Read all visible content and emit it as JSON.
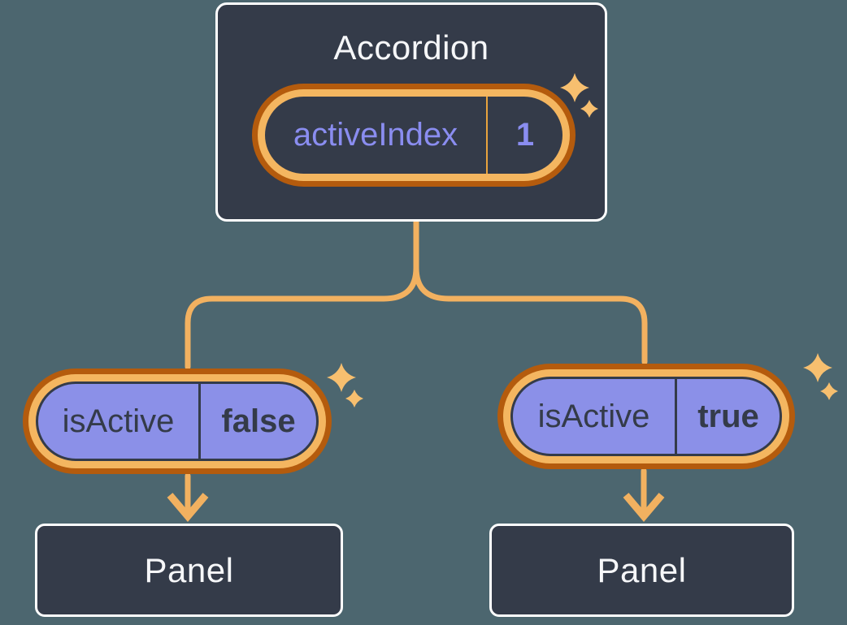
{
  "diagram": {
    "root": {
      "title": "Accordion",
      "state": {
        "name": "activeIndex",
        "value": "1"
      }
    },
    "children": [
      {
        "prop": {
          "name": "isActive",
          "value": "false"
        },
        "panel_label": "Panel"
      },
      {
        "prop": {
          "name": "isActive",
          "value": "true"
        },
        "panel_label": "Panel"
      }
    ],
    "colors": {
      "background": "#4C666F",
      "card_fill": "#343B49",
      "card_border": "#FFFFFF",
      "title_text": "#F6F7F9",
      "state_text_purple": "#8A8DF0",
      "state_divider_orange": "#E8A33D",
      "prop_pill_fill": "#8B90E8",
      "prop_text_dark": "#343B49",
      "ring_dark_orange": "#B45B0D",
      "ring_light_orange": "#F4B660",
      "connector_orange": "#F2B160",
      "sparkle_orange": "#F7BF6F"
    },
    "icons": {
      "sparkles": "sparkles-icon",
      "arrow": "arrow-down-icon"
    }
  }
}
